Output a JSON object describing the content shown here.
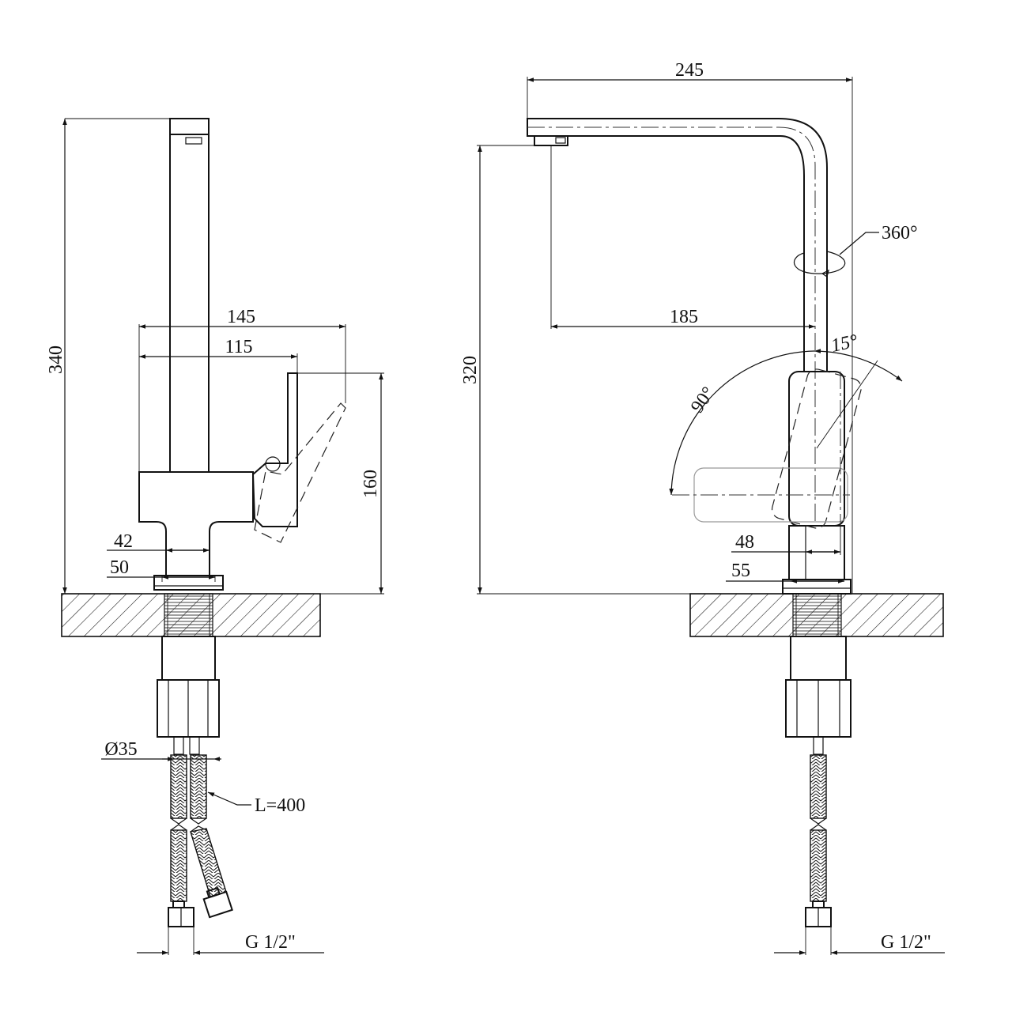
{
  "side_view": {
    "dim_height": "340",
    "dim_lever_width": "145",
    "dim_body_width": "115",
    "dim_lever_height": "160",
    "dim_base_42": "42",
    "dim_base_50": "50",
    "dim_diameter": "Ø35",
    "hose_length": "L=400",
    "thread": "G 1/2\""
  },
  "front_view": {
    "dim_reach": "245",
    "dim_spout_height": "320",
    "dim_spout_offset": "185",
    "swivel_angle": "360°",
    "lever_tilt_angle": "15°",
    "lever_rotation_angle": "90°",
    "dim_base_48": "48",
    "dim_base_55": "55",
    "thread": "G 1/2\""
  }
}
